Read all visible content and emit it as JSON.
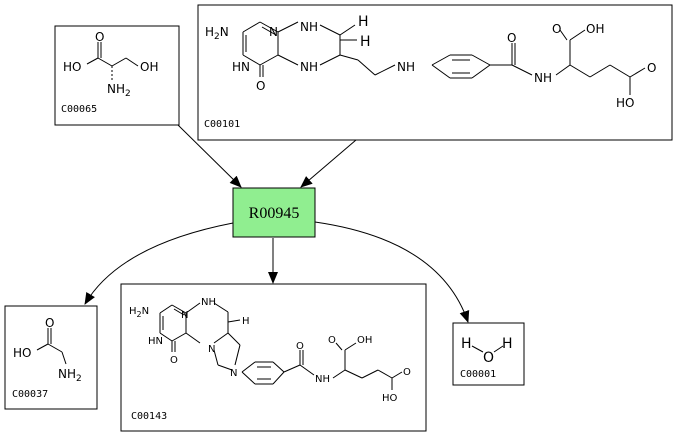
{
  "reaction": {
    "id": "R00945",
    "fill": "#90ee90"
  },
  "compounds": {
    "serine": {
      "id": "C00065",
      "atoms": {
        "ho_left": "HO",
        "oh_top": "OH",
        "o": "O",
        "nh2": "NH",
        "nh2_sub": "2"
      }
    },
    "thf": {
      "id": "C00101",
      "atoms": {
        "h2n": "H",
        "h2n_sub": "2",
        "h2n_n": "N",
        "n_ring": "N",
        "hn_ring": "HN",
        "o": "O",
        "nh_a": "NH",
        "nh_b": "NH",
        "h1": "H",
        "h2": "H",
        "nh_link": "NH",
        "o_amide": "O",
        "nh_amide": "NH",
        "oh_top": "OH",
        "o_top": "O",
        "o_side": "O",
        "ho_bottom": "HO"
      }
    },
    "glycine": {
      "id": "C00037",
      "atoms": {
        "ho": "HO",
        "o": "O",
        "nh2": "NH",
        "nh2_sub": "2"
      }
    },
    "methylene_thf": {
      "id": "C00143",
      "atoms": {
        "h2n": "H",
        "h2n_sub": "2",
        "h2n_n": "N",
        "n_ring": "N",
        "hn_ring": "HN",
        "o": "O",
        "nh": "NH",
        "h": "H",
        "n1": "N",
        "n2": "N",
        "o_amide": "O",
        "nh_amide": "NH",
        "oh_top": "OH",
        "o_top": "O",
        "o_side": "O",
        "ho_bottom": "HO"
      }
    },
    "water": {
      "id": "C00001",
      "atoms": {
        "h_left": "H",
        "o": "O",
        "h_right": "H"
      }
    }
  }
}
